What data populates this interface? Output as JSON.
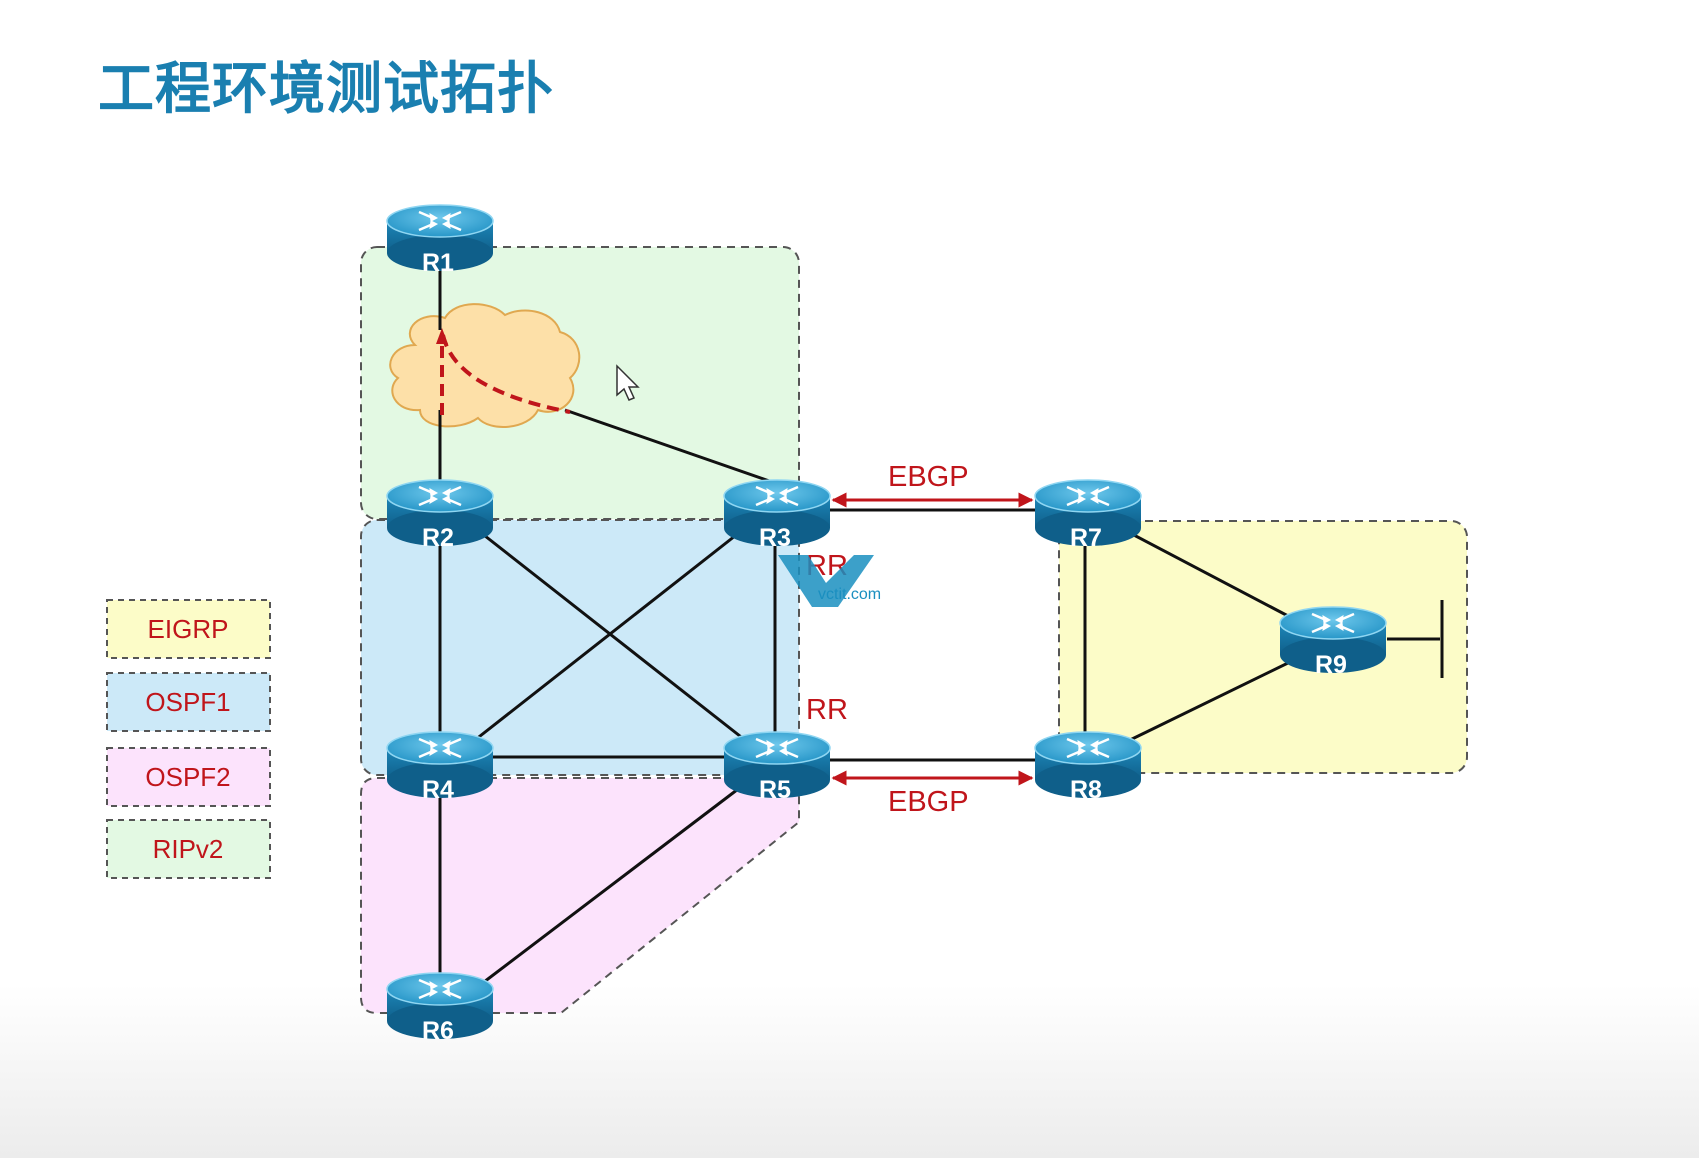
{
  "title": "工程环境测试拓扑",
  "legend": [
    {
      "label": "EIGRP",
      "color": "#fcfcc8"
    },
    {
      "label": "OSPF1",
      "color": "#cce9f8"
    },
    {
      "label": "OSPF2",
      "color": "#fce3fc"
    },
    {
      "label": "RIPv2",
      "color": "#e3f9e3"
    }
  ],
  "routers": {
    "r1": "R1",
    "r2": "R2",
    "r3": "R3",
    "r4": "R4",
    "r5": "R5",
    "r6": "R6",
    "r7": "R7",
    "r8": "R8",
    "r9": "R9"
  },
  "labels": {
    "ebgp_top": "EBGP",
    "ebgp_bottom": "EBGP",
    "rr_r3": "RR",
    "rr_r5": "RR"
  },
  "watermark": "vctit.com",
  "colors": {
    "title": "#1a7fb0",
    "protocol_text": "#c0151b",
    "router_body": "#1a7fb0",
    "cloud": "#fde0a8"
  }
}
